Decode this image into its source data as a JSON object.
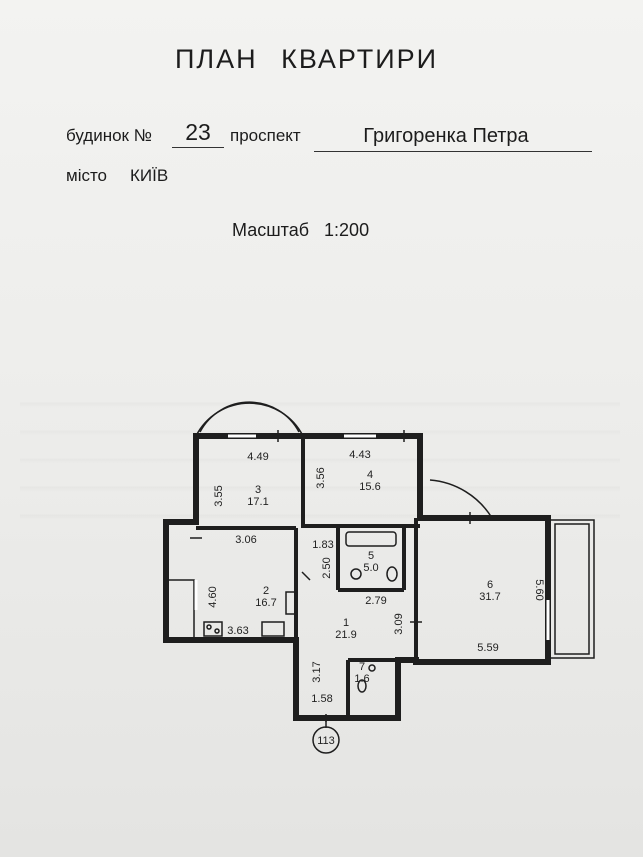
{
  "document": {
    "title": "ПЛАН  КВАРТИРИ",
    "building_label": "будинок №",
    "building_number": "23",
    "street_type": "проспект",
    "street_name": "Григоренка Петра",
    "city_label": "місто",
    "city": "КИЇВ",
    "scale_label": "Масштаб",
    "scale_value": "1:200"
  },
  "plan": {
    "rooms": [
      {
        "number": "3",
        "area": "17.1",
        "width": "4.49",
        "depth": "3.55"
      },
      {
        "number": "4",
        "area": "15.6",
        "width": "4.43",
        "depth": "3.56"
      },
      {
        "number": "2",
        "area": "16.7",
        "width": "3.06",
        "depth": "4.60",
        "width_bottom": "3.63"
      },
      {
        "number": "5",
        "area": "5.0",
        "width": "1.83"
      },
      {
        "number": "1",
        "area": "21.9",
        "width": "2.79",
        "depth": "2.50",
        "depth2": "3.09",
        "depth3": "3.17"
      },
      {
        "number": "6",
        "area": "31.7",
        "depth": "5.60",
        "width": "5.59"
      },
      {
        "number": "7",
        "area": "1.6",
        "width": "1.58"
      }
    ],
    "entrance_number": "113"
  }
}
